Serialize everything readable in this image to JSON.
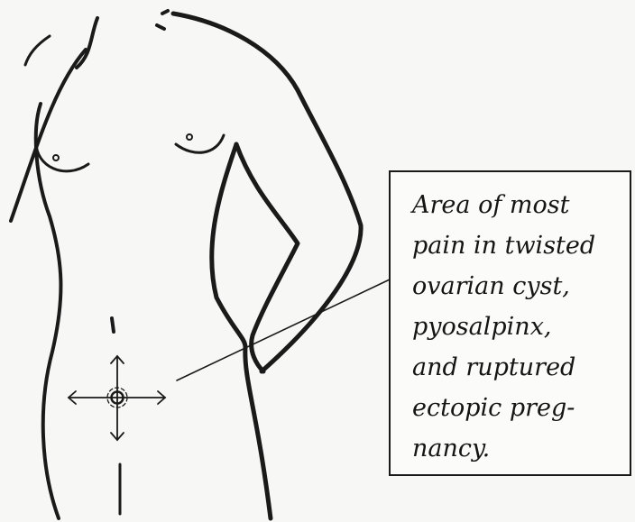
{
  "callout": {
    "lines": [
      "Area of most",
      "pain in twisted",
      "ovarian cyst,",
      "pyosalpinx,",
      "and ruptured",
      "ectopic preg-",
      "nancy."
    ]
  },
  "colors": {
    "ink": "#1a1a1a",
    "paper": "#f7f7f5"
  }
}
